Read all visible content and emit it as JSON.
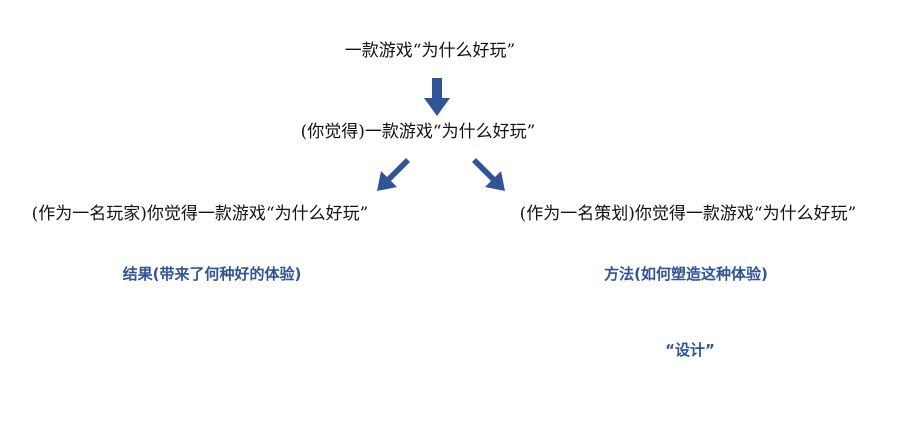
{
  "nodes": {
    "root": "一款游戏“为什么好玩”",
    "middle": "(你觉得)一款游戏“为什么好玩”",
    "left": "(作为一名玩家)你觉得一款游戏“为什么好玩”",
    "right": "(作为一名策划)你觉得一款游戏“为什么好玩”"
  },
  "labels": {
    "left": "结果(带来了何种好的体验)",
    "right": "方法(如何塑造这种体验)",
    "right_sub": "“设计”"
  },
  "colors": {
    "text": "#111111",
    "accent": "#2f5597",
    "arrow": "#2f5597"
  },
  "icons": {
    "arrow_down": "arrow-down-icon",
    "arrow_down_left": "arrow-down-left-icon",
    "arrow_down_right": "arrow-down-right-icon"
  }
}
